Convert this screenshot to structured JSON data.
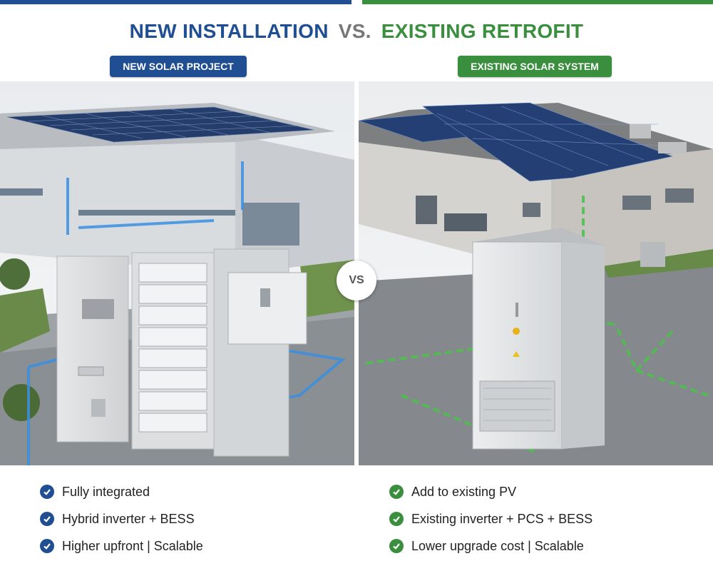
{
  "title": {
    "left": "NEW INSTALLATION",
    "vs": "VS.",
    "right": "EXISTING RETROFIT"
  },
  "badges": {
    "left": "NEW SOLAR PROJECT",
    "right": "EXISTING SOLAR SYSTEM"
  },
  "vs_circle": "VS",
  "colors": {
    "blue": "#1f4e93",
    "green": "#3a8f3f"
  },
  "features_left": [
    "Fully integrated",
    "Hybrid inverter + BESS",
    "Higher upfront | Scalable"
  ],
  "features_right": [
    "Add to existing PV",
    "Existing inverter + PCS + BESS",
    "Lower upgrade cost | Scalable"
  ],
  "icons": {
    "feature_bullet": "check-circle-icon"
  }
}
